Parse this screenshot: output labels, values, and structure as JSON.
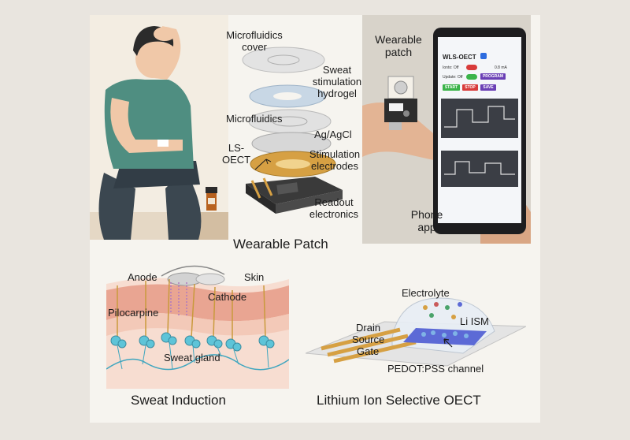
{
  "wearable": {
    "title": "Wearable Patch",
    "layers": {
      "microfluidics_cover": "Microfluidics\ncover",
      "sweat_stim_hydrogel": "Sweat\nstimulation\nhydrogel",
      "microfluidics": "Microfluidics",
      "ag_agcl": "Ag/AgCl",
      "ls_oect": "LS-\nOECT",
      "stim_electrodes": "Stimulation\nelectrodes",
      "readout": "Readout\nelectronics"
    }
  },
  "phone": {
    "wearable_patch": "Wearable\npatch",
    "phone_app": "Phone\napp",
    "app_title": "WLS-OECT",
    "row1_label": "Ionto: Off",
    "row1_value": "0.8 mA",
    "row2_label": "Update: Off",
    "program_btn": "PROGRAM",
    "start_btn": "START",
    "stop_btn": "STOP",
    "save_btn": "SAVE"
  },
  "sweat": {
    "title": "Sweat Induction",
    "anode": "Anode",
    "skin": "Skin",
    "cathode": "Cathode",
    "pilocarpine": "Pilocarpine",
    "sweat_gland": "Sweat gland"
  },
  "oect": {
    "title": "Lithium Ion Selective OECT",
    "electrolyte": "Electrolyte",
    "li_ism": "Li ISM",
    "drain": "Drain",
    "source": "Source",
    "gate": "Gate",
    "channel": "PEDOT:PSS channel"
  },
  "colors": {
    "skin_top": "#f3c9b8",
    "skin_deep": "#e9a592",
    "gland_blue": "#5ec4d8",
    "gold": "#d6a043",
    "app_green": "#3bb44a",
    "app_red": "#d83b3b",
    "app_purple": "#6a3fb5",
    "shirt": "#4f8e81"
  }
}
